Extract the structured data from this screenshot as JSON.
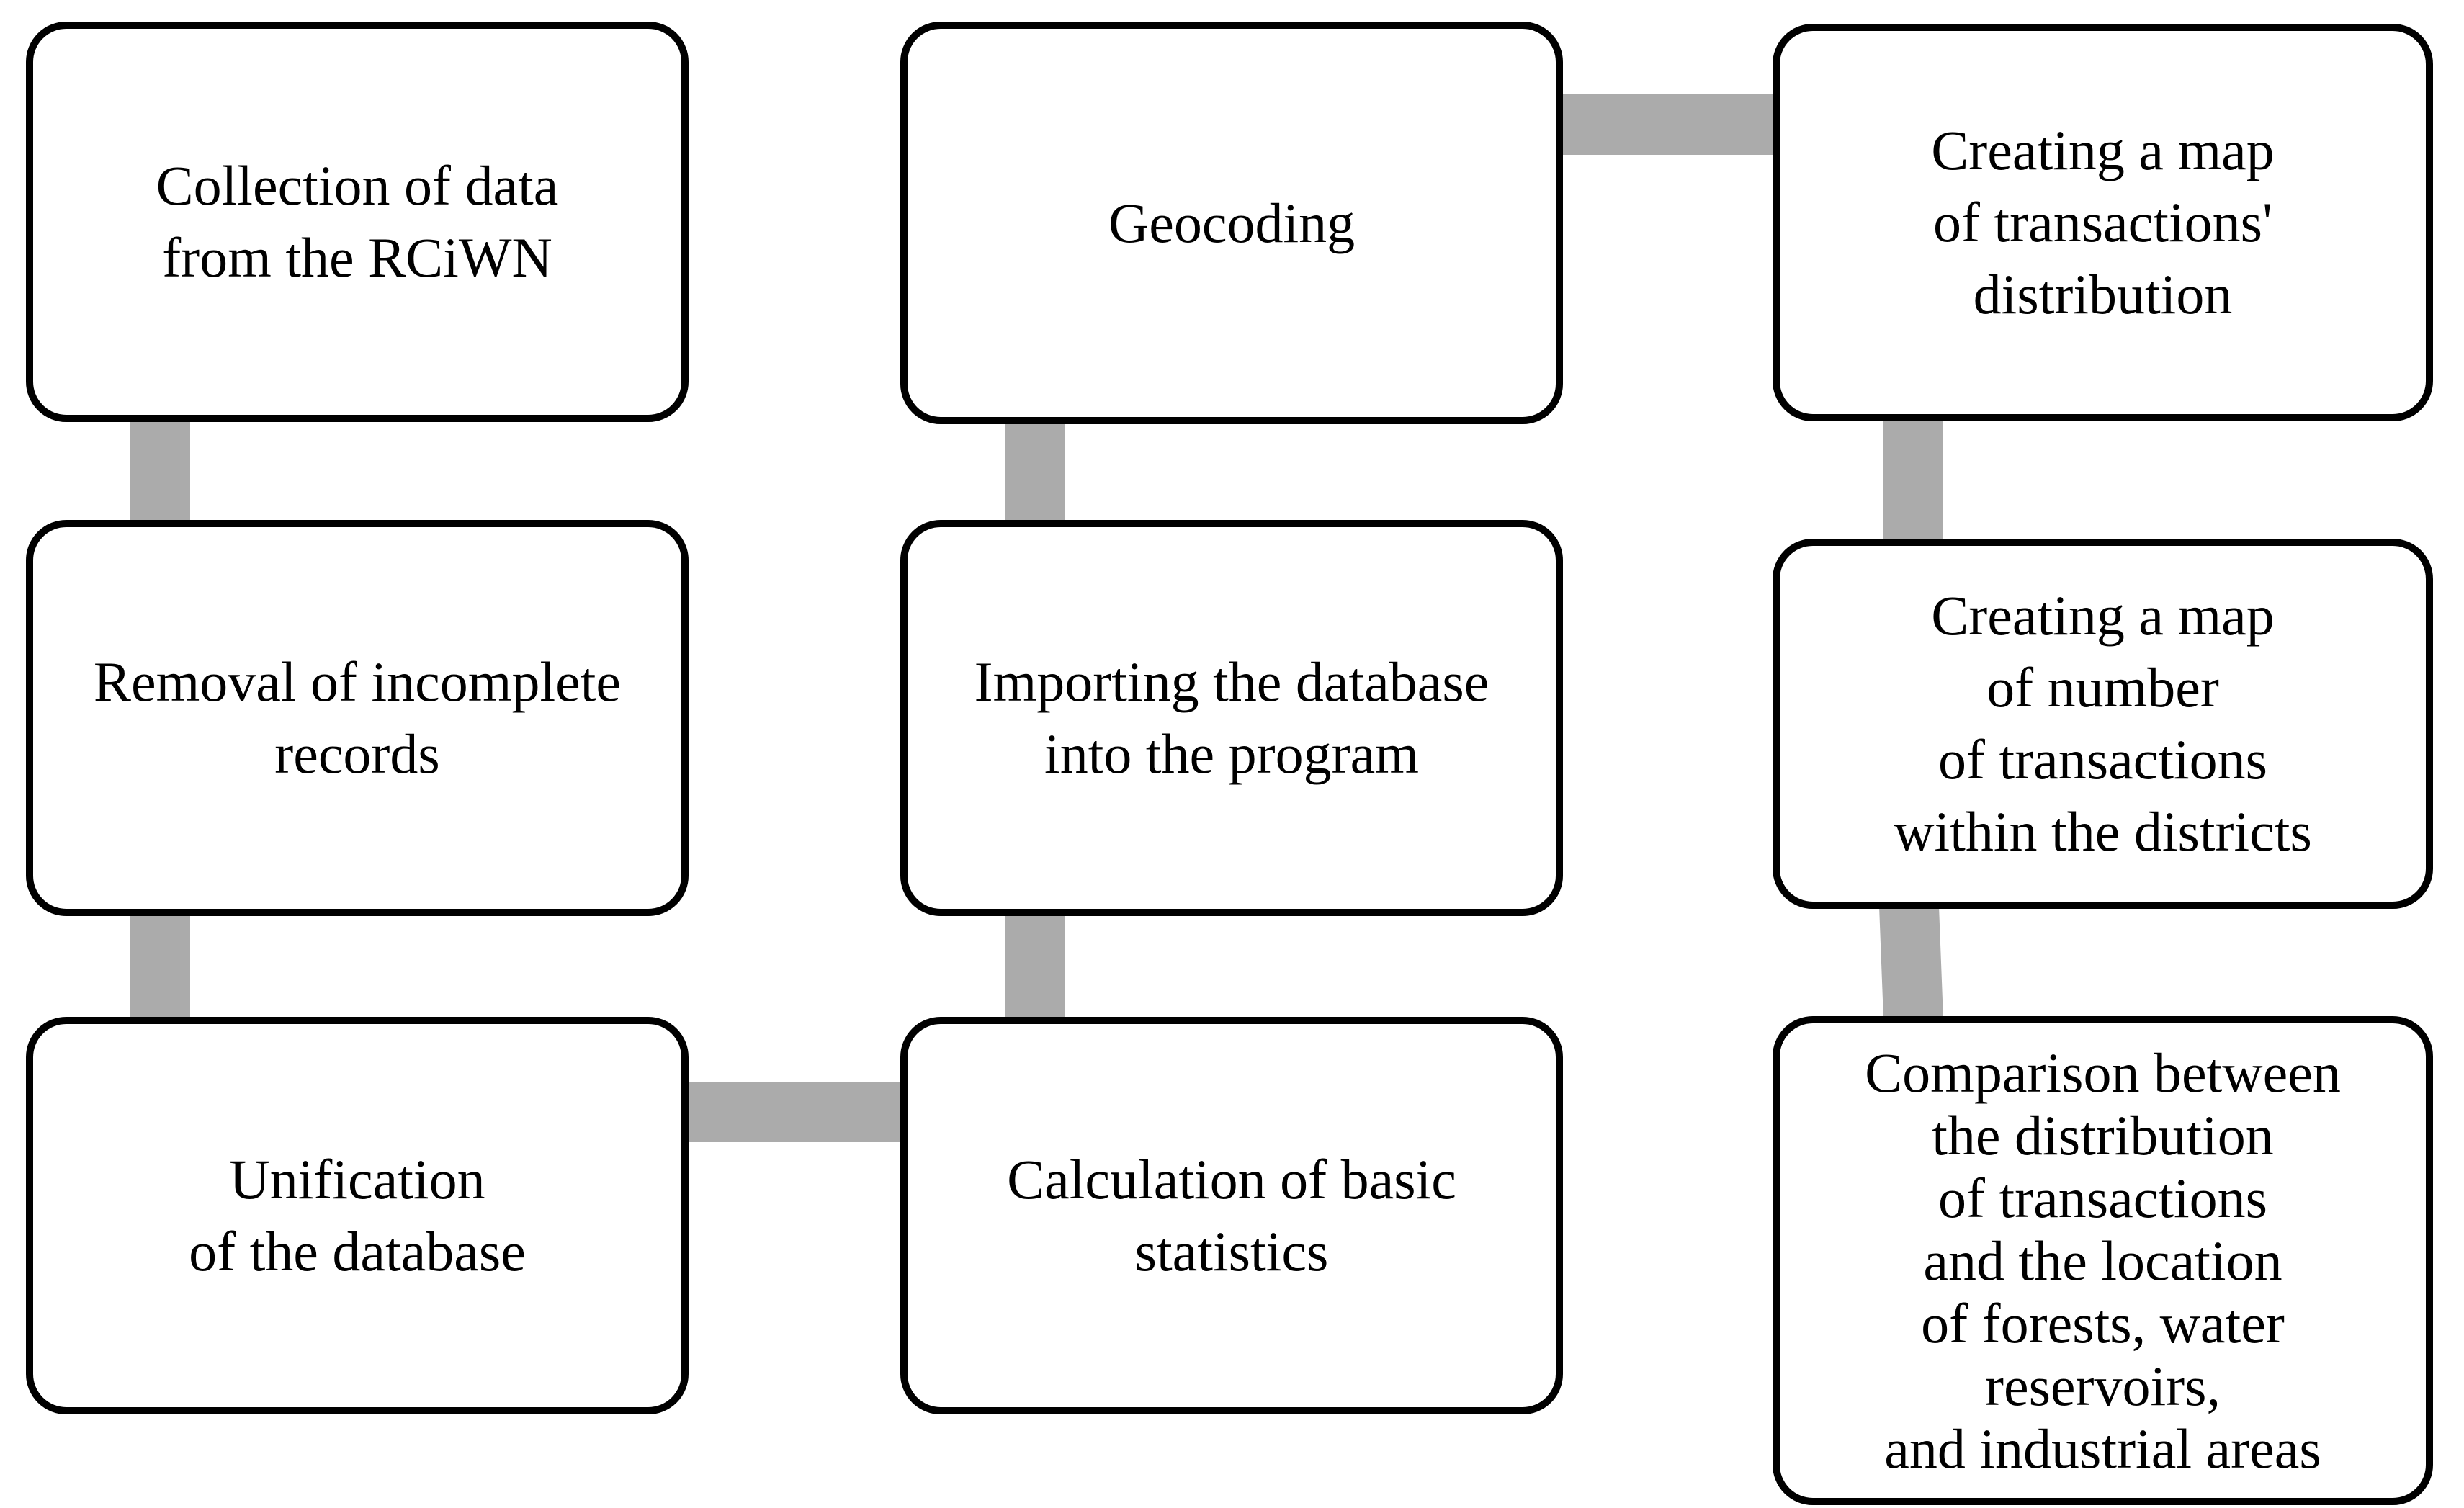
{
  "diagram": {
    "type": "flowchart",
    "background": "#ffffff",
    "node_fill": "#ffffff",
    "node_border_color": "#000000",
    "node_text_color": "#000000",
    "connector_color": "#ababab"
  },
  "nodes": [
    {
      "id": "collection",
      "text": "Collection of data\nfrom the RCiWN"
    },
    {
      "id": "removal",
      "text": "Removal of incomplete\nrecords"
    },
    {
      "id": "unification",
      "text": "Unification\nof the database"
    },
    {
      "id": "geocoding",
      "text": "Geocoding"
    },
    {
      "id": "importing",
      "text": "Importing the database\ninto the program"
    },
    {
      "id": "calculation",
      "text": "Calculation of basic\nstatistics"
    },
    {
      "id": "map_distribution",
      "text": "Creating a map\nof transactions'\ndistribution"
    },
    {
      "id": "map_number",
      "text": "Creating a map\nof number\nof transactions\nwithin the districts"
    },
    {
      "id": "comparison",
      "text": "Comparison between\nthe distribution\nof transactions\nand the location\nof forests, water\nreservoirs,\nand industrial areas"
    }
  ],
  "connections": [
    {
      "from": "collection",
      "to": "removal"
    },
    {
      "from": "removal",
      "to": "unification"
    },
    {
      "from": "unification",
      "to": "calculation"
    },
    {
      "from": "calculation",
      "to": "importing"
    },
    {
      "from": "importing",
      "to": "geocoding"
    },
    {
      "from": "geocoding",
      "to": "map_distribution"
    },
    {
      "from": "map_distribution",
      "to": "map_number"
    },
    {
      "from": "map_number",
      "to": "comparison"
    }
  ]
}
